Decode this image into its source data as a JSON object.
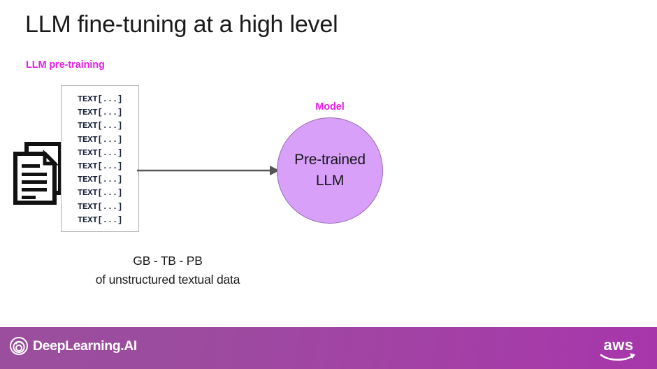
{
  "slide": {
    "title": "LLM fine-tuning at a high level",
    "section_label": "LLM pre-training",
    "accent_color": "#e81ee8",
    "background_color": "#ffffff"
  },
  "corpus": {
    "icon_name": "documents-icon",
    "lines": [
      "TEXT[...]",
      "TEXT[...]",
      "TEXT[...]",
      "TEXT[...]",
      "TEXT[...]",
      "TEXT[...]",
      "TEXT[...]",
      "TEXT[...]",
      "TEXT[...]",
      "TEXT[...]"
    ],
    "caption_line1": "GB - TB - PB",
    "caption_line2": "of unstructured textual data"
  },
  "flow": {
    "arrow_name": "flow-arrow",
    "arrow_color": "#555555"
  },
  "model": {
    "label": "Model",
    "circle_line1": "Pre-trained",
    "circle_line2": "LLM",
    "circle_fill": "#d9a0fa",
    "circle_stroke": "#9a6ab8"
  },
  "footer": {
    "brand_name": "DeepLearning.AI",
    "brand_mark_name": "deeplearning-spiral-icon",
    "partner_logo_name": "aws-logo",
    "partner_logo_text": "aws",
    "gradient_from": "#9b4e9e",
    "gradient_to": "#a736ab"
  }
}
